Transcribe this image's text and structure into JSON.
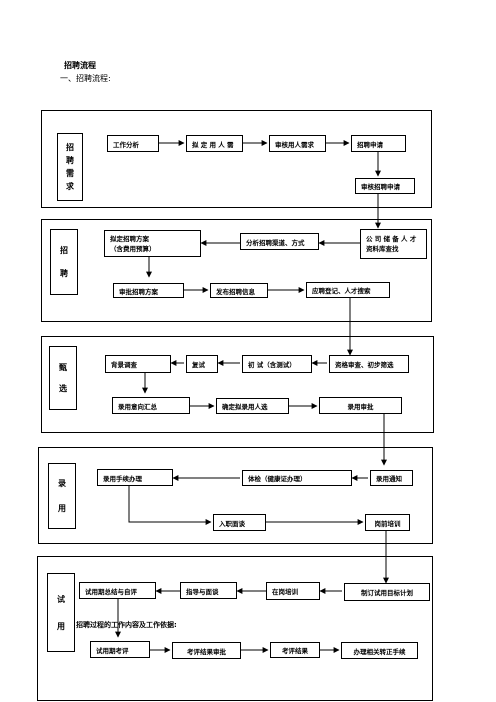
{
  "header": {
    "title": "招聘流程",
    "subtitle": "一、招聘流程:"
  },
  "sections": {
    "requirement": {
      "label": [
        "招",
        "聘",
        "需",
        "求"
      ],
      "job_analysis": "工作分析",
      "draft_headcount": "拟 定 用 人 需",
      "review_requirement": "审核用人需求",
      "recruit_application": "招聘申请",
      "review_application": "审核招聘申请"
    },
    "recruit": {
      "label": [
        "招",
        "聘"
      ],
      "draft_plan_line1": "拟定招聘方案",
      "draft_plan_line2": "（含费用预算）",
      "analyze_channels": "分析招聘渠道、方式",
      "reserve_line1": "公 司 储 备 人 才",
      "reserve_line2": "资料库查找",
      "approve_plan": "审批招聘方案",
      "publish_info": "发布招聘信息",
      "register_search": "应聘登记、人才搜索"
    },
    "screening": {
      "label": [
        "甄",
        "选"
      ],
      "background_check": "背景调查",
      "retest": "复试",
      "first_test": "初 试（含测试）",
      "qualification": "资格审查、初步筛选",
      "summary": "录用意向汇总",
      "confirm_candidate": "确定拟录用人选",
      "hire_approval": "录用审批"
    },
    "hiring": {
      "label": [
        "录",
        "用"
      ],
      "procedures": "录用手续办理",
      "medical": "体检（健康证办理）",
      "notice": "录用通知",
      "onboard_interview": "入职面谈",
      "pre_training": "岗前培训"
    },
    "probation": {
      "label": [
        "试",
        "用"
      ],
      "summary_review": "试用期总结与自评",
      "coaching": "指导与面谈",
      "onjob_training": "在岗培训",
      "set_goals": "制订试用目标计划",
      "note": "招聘过程的工作内容及工作依据:",
      "evaluation": "试用期考评",
      "result_approval": "考评结果审批",
      "result": "考评结果",
      "regularize": "办理相关转正手续"
    }
  }
}
